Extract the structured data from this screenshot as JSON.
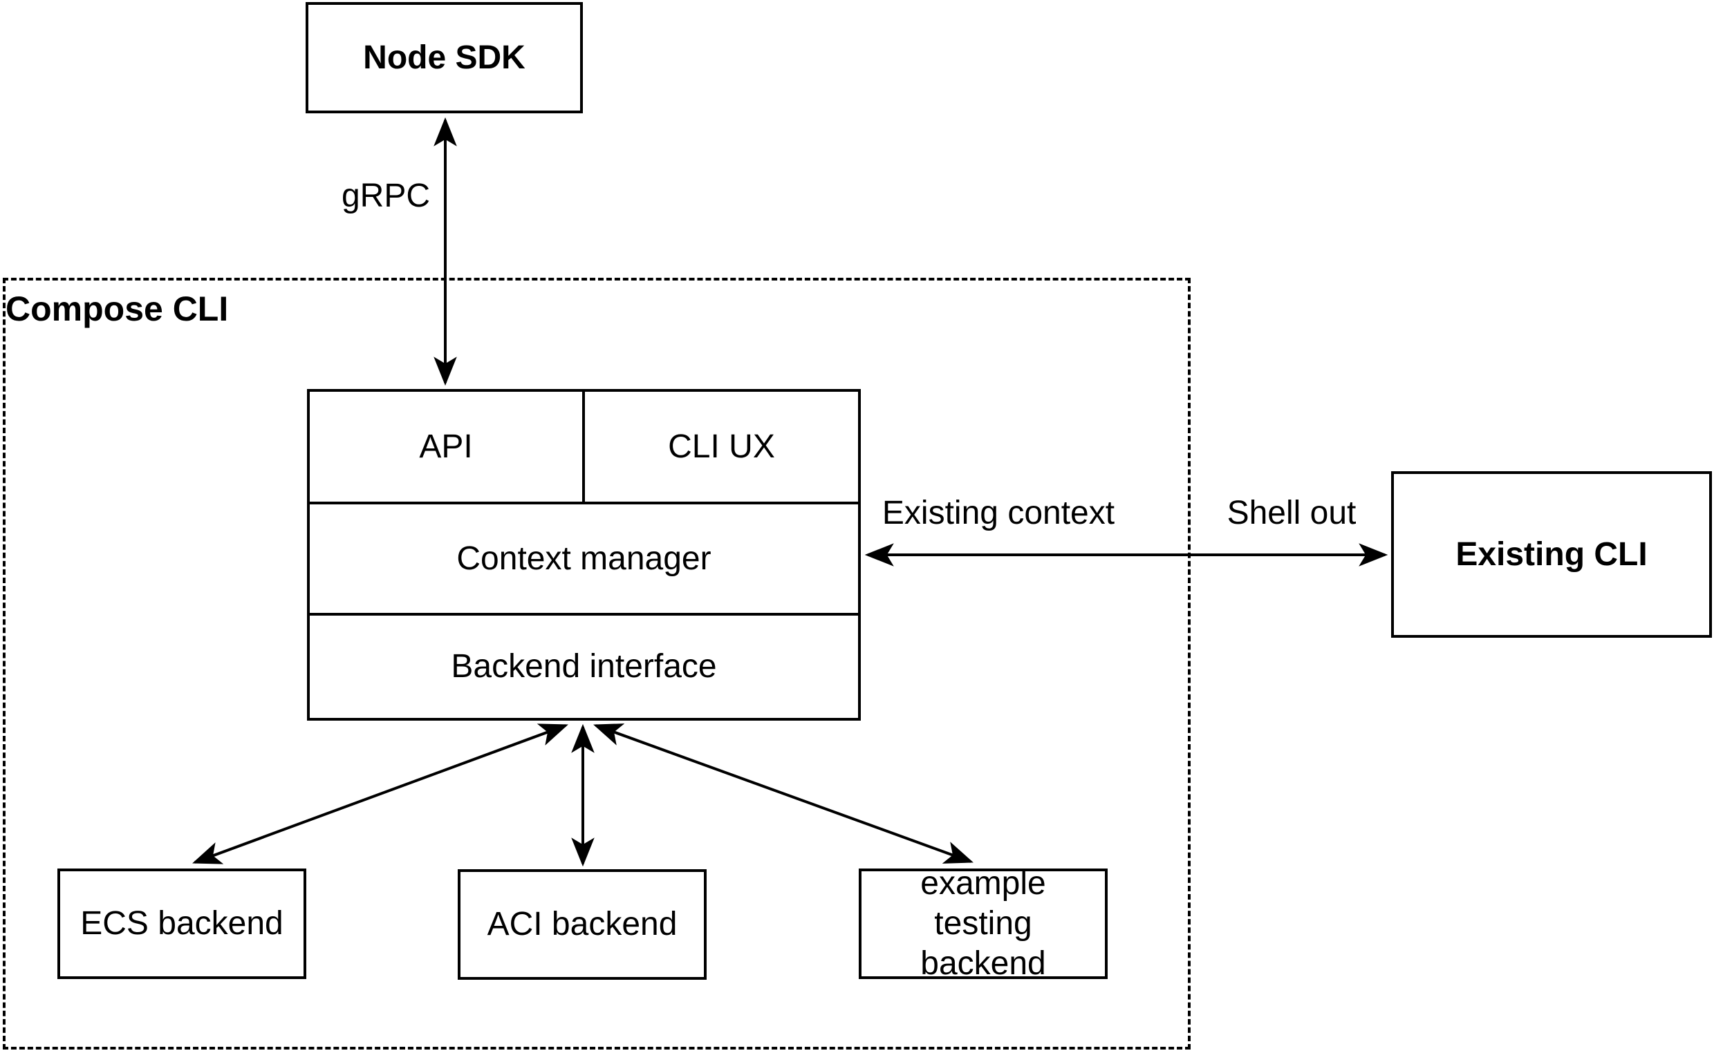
{
  "diagram": {
    "background": "#ffffff",
    "stroke_color": "#000000",
    "nodes": {
      "node_sdk": "Node SDK",
      "compose_cli": "Compose CLI",
      "api": "API",
      "cli_ux": "CLI UX",
      "context_manager": "Context manager",
      "backend_interface": "Backend interface",
      "existing_cli": "Existing CLI",
      "ecs_backend": "ECS backend",
      "aci_backend": "ACI backend",
      "example_testing_backend": "example testing backend"
    },
    "edge_labels": {
      "grpc": "gRPC",
      "existing_context": "Existing context",
      "shell_out": "Shell out"
    }
  }
}
